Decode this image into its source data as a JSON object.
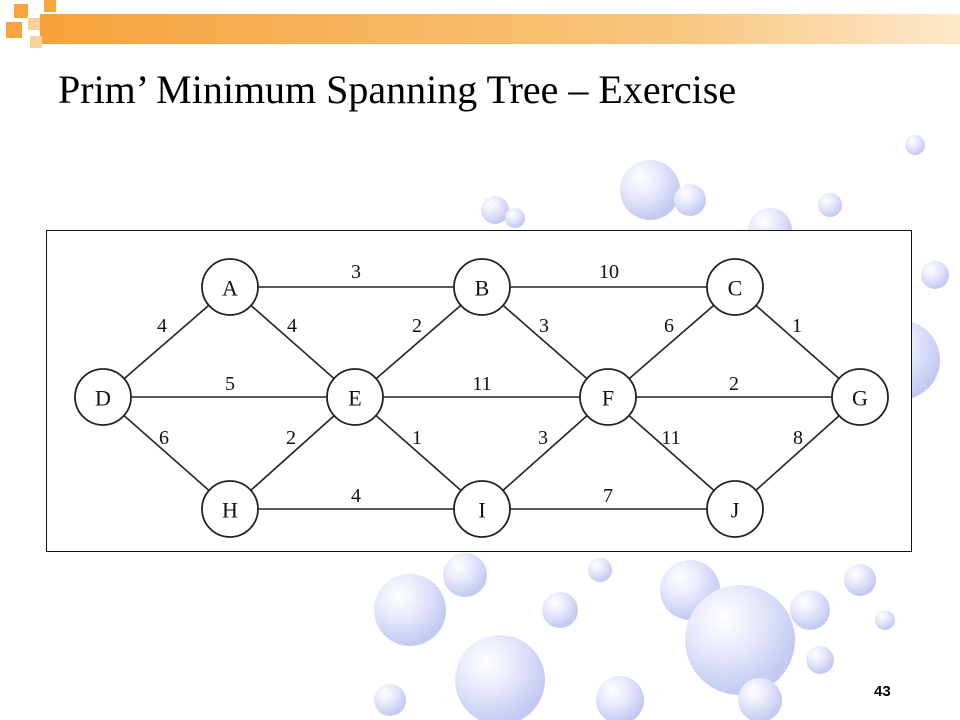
{
  "slide": {
    "title": "Prim’ Minimum Spanning Tree – Exercise",
    "page_number": "43"
  },
  "theme": {
    "accent": "#f6a23a",
    "bubble": "#c9cff5"
  },
  "graph": {
    "nodes": [
      {
        "id": "A",
        "label": "A"
      },
      {
        "id": "B",
        "label": "B"
      },
      {
        "id": "C",
        "label": "C"
      },
      {
        "id": "D",
        "label": "D"
      },
      {
        "id": "E",
        "label": "E"
      },
      {
        "id": "F",
        "label": "F"
      },
      {
        "id": "G",
        "label": "G"
      },
      {
        "id": "H",
        "label": "H"
      },
      {
        "id": "I",
        "label": "I"
      },
      {
        "id": "J",
        "label": "J"
      }
    ],
    "edges": [
      {
        "from": "A",
        "to": "B",
        "weight": "3"
      },
      {
        "from": "B",
        "to": "C",
        "weight": "10"
      },
      {
        "from": "D",
        "to": "A",
        "weight": "4"
      },
      {
        "from": "A",
        "to": "E",
        "weight": "4"
      },
      {
        "from": "E",
        "to": "B",
        "weight": "2"
      },
      {
        "from": "B",
        "to": "F",
        "weight": "3"
      },
      {
        "from": "F",
        "to": "C",
        "weight": "6"
      },
      {
        "from": "C",
        "to": "G",
        "weight": "1"
      },
      {
        "from": "D",
        "to": "E",
        "weight": "5"
      },
      {
        "from": "E",
        "to": "F",
        "weight": "11"
      },
      {
        "from": "F",
        "to": "G",
        "weight": "2"
      },
      {
        "from": "D",
        "to": "H",
        "weight": "6"
      },
      {
        "from": "H",
        "to": "E",
        "weight": "2"
      },
      {
        "from": "E",
        "to": "I",
        "weight": "1"
      },
      {
        "from": "I",
        "to": "F",
        "weight": "3"
      },
      {
        "from": "F",
        "to": "J",
        "weight": "11"
      },
      {
        "from": "J",
        "to": "G",
        "weight": "8"
      },
      {
        "from": "H",
        "to": "I",
        "weight": "4"
      },
      {
        "from": "I",
        "to": "J",
        "weight": "7"
      }
    ]
  }
}
